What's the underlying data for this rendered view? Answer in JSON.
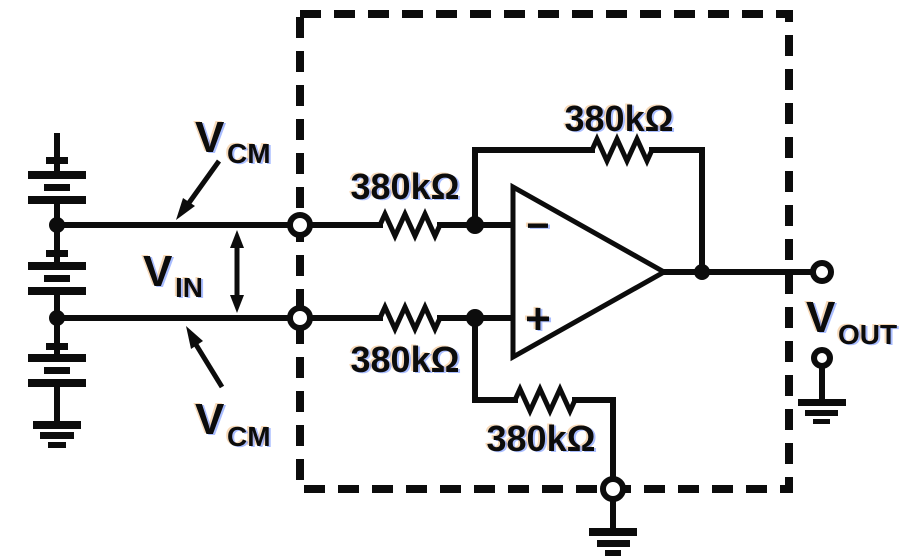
{
  "colors": {
    "ink": "#0c0c0c",
    "background": "#ffffff"
  },
  "resistors": {
    "feedback": {
      "value": "380kΩ"
    },
    "input_top": {
      "value": "380kΩ"
    },
    "input_bottom": {
      "value": "380kΩ"
    },
    "ground": {
      "value": "380kΩ"
    }
  },
  "signals": {
    "vcm_top": {
      "name": "V",
      "subscript": "CM"
    },
    "vin": {
      "name": "V",
      "subscript": "IN"
    },
    "vcm_bottom": {
      "name": "V",
      "subscript": "CM"
    },
    "vout": {
      "name": "V",
      "subscript": "OUT"
    }
  },
  "opamp": {
    "inverting_input": "−",
    "noninverting_input": "+"
  }
}
